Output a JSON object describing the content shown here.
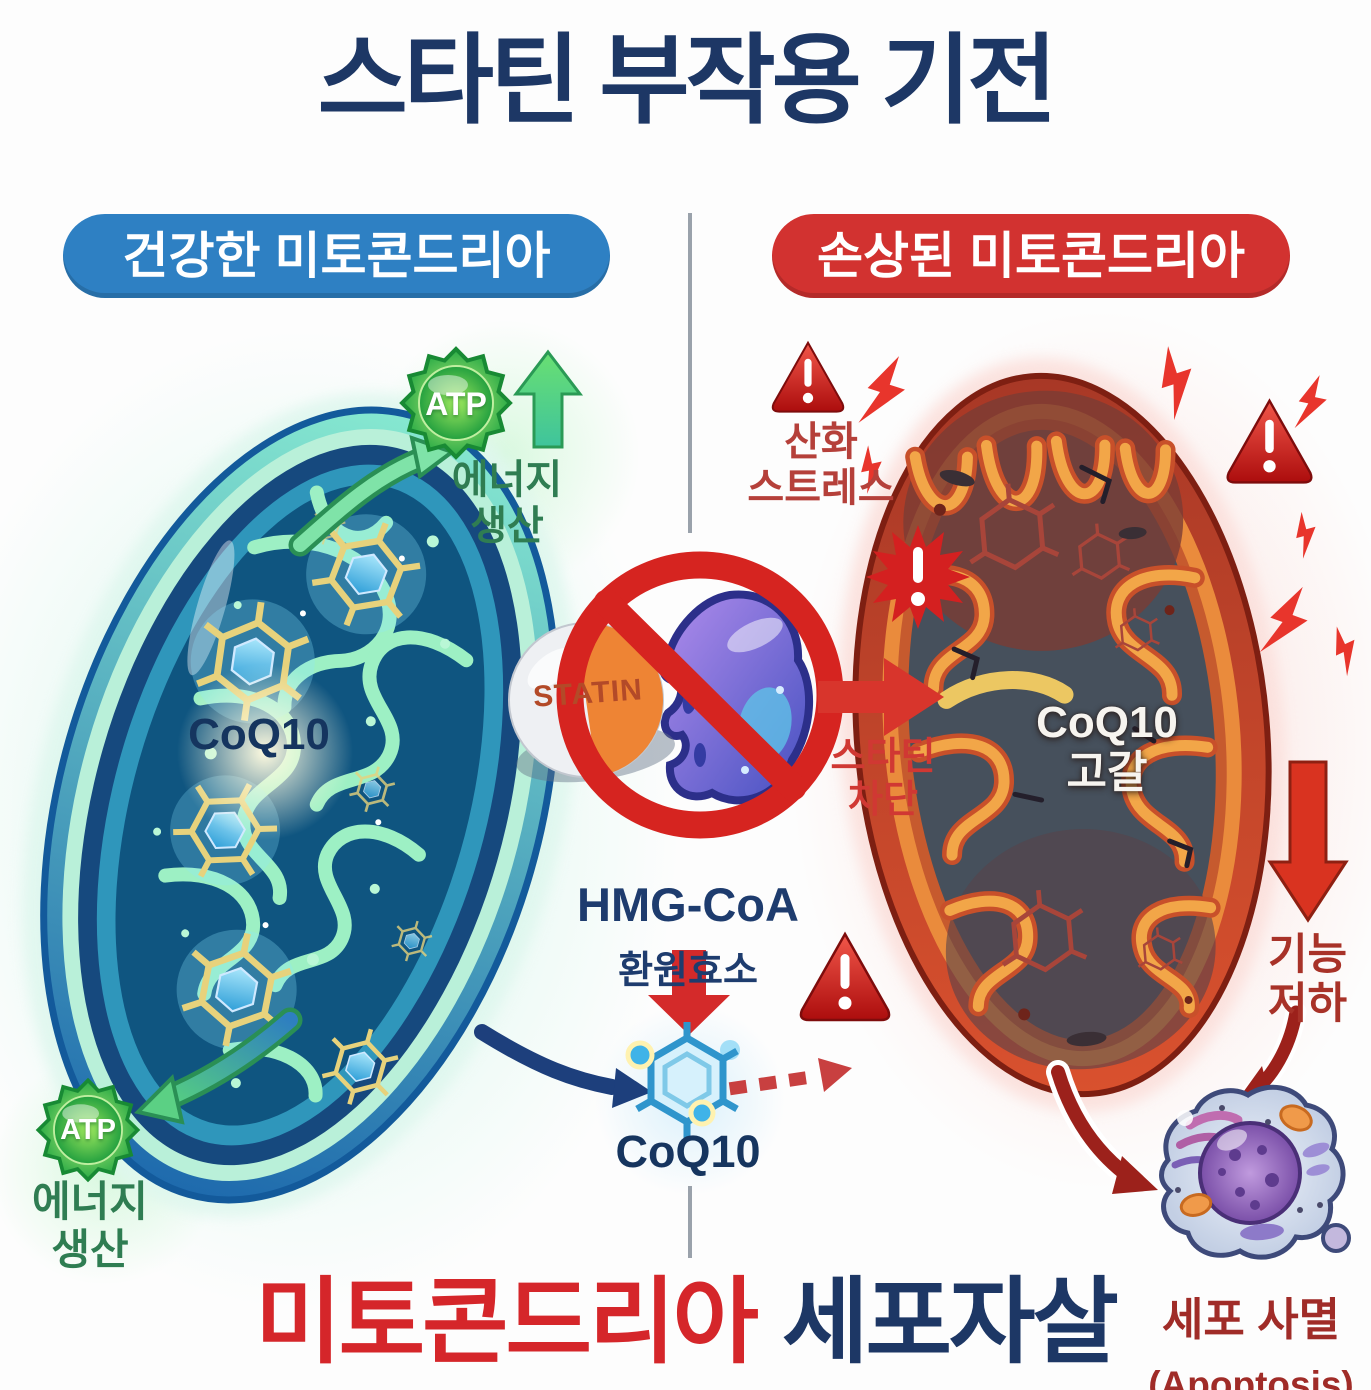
{
  "title": "스타틴 부작용 기전",
  "left_panel": {
    "banner": "건강한 미토콘드리아",
    "atp_badge_top": "ATP",
    "energy_top": "에너지\n생산",
    "coq10_inside": "CoQ10",
    "atp_badge_bottom": "ATP",
    "energy_bottom": "에너지\n생산"
  },
  "center": {
    "statin_pill": "STATIN",
    "enzyme_en": "HMG-CoA",
    "enzyme_ko": "환원효소",
    "statin_block": "스타틴\n차단",
    "coq10_molecule": "CoQ10"
  },
  "right_panel": {
    "banner": "손상된 미토콘드리아",
    "oxidative_stress": "산화\n스트레스",
    "coq10_depletion": "CoQ10\n고갈",
    "function_decline": "기능\n저하",
    "cell_death": "세포 사멸",
    "apoptosis": "(Apoptosis)"
  },
  "footer": {
    "title_red": "미토콘드리아",
    "title_navy": "세포자살"
  },
  "icons": {
    "warning": "red-triangle-exclamation",
    "alert_burst": "red-starburst-exclamation",
    "lightning": "red-lightning-bolt",
    "prohibition": "red-no-symbol",
    "atp_badge": "green-starburst-seal",
    "up_arrow": "green-up-arrow",
    "down_arrow": "red-down-arrow"
  },
  "colors": {
    "title_navy": "#1d3765",
    "banner_blue": "#2e80c3",
    "banner_red": "#d23230",
    "label_green": "#2f7d52",
    "label_red": "#c23a32",
    "label_dark_red": "#a02c28",
    "bottom_red": "#d5262a",
    "statin_text": "#b34a28",
    "coq10_navy": "#16355f",
    "depletion_white": "#f7f4ef"
  }
}
